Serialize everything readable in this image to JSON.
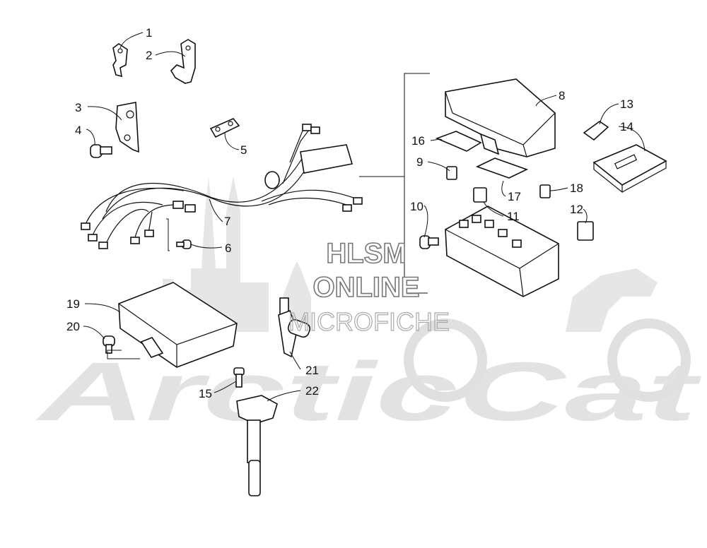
{
  "watermark": {
    "line1": "HLSM",
    "line2": "ONLINE",
    "line3": "MICROFICHE",
    "logo_text": "ArcticCat",
    "logo_color": "#e2e2e2"
  },
  "callouts": [
    "1",
    "2",
    "3",
    "4",
    "5",
    "6",
    "7",
    "8",
    "9",
    "10",
    "11",
    "12",
    "13",
    "14",
    "15",
    "16",
    "17",
    "18",
    "19",
    "20",
    "21",
    "22"
  ],
  "parts": {
    "bracket_1": "bracket-1",
    "bracket_2": "bracket-2",
    "bracket_3": "bracket-3",
    "screw_4": "screw",
    "plate_5": "plate",
    "screw_6": "screw",
    "harness_7": "wiring-harness",
    "cover_8": "fuse-box-cover",
    "fuse_9": "fuse",
    "screw_10": "screw",
    "relay_11": "relay",
    "relay_12": "relay",
    "fuse_puller_13": "fuse-puller",
    "label_14": "label",
    "screw_15": "bolt",
    "gasket_16": "gasket",
    "gasket_17": "gasket",
    "fuse_18": "fuse",
    "ecu_19": "ecu",
    "screw_20": "screw",
    "sensor_21": "sensor",
    "coil_22": "ignition-coil"
  }
}
